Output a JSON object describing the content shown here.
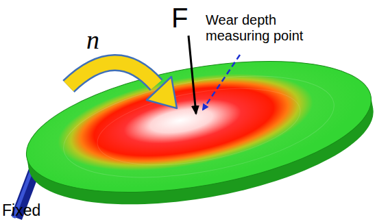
{
  "diagram": {
    "labels": [
      "n",
      "F",
      "Wear depth measuring point",
      "Fixed"
    ]
  }
}
